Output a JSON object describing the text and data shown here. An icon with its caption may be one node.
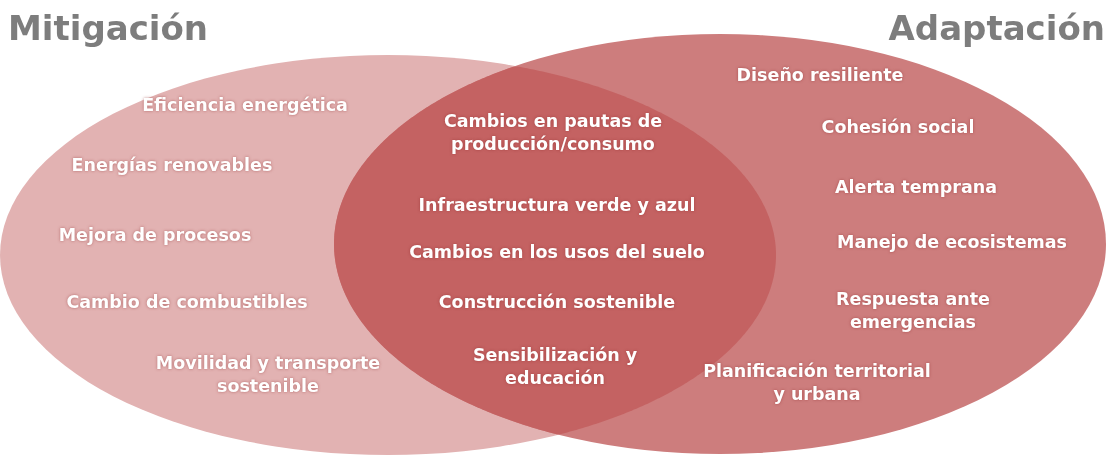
{
  "diagram": {
    "nodes": [
      {
        "text": [
          "Mitigación",
          "Eficiencia energética",
          "Energías renovables",
          "Mejora de procesos",
          "Cambio de combustibles",
          "Movilidad y transporte sostenible"
        ]
      },
      {
        "text": [
          "Adaptación",
          "Diseño resiliente",
          "Cohesión social",
          "Alerta temprana",
          "Manejo de ecosistemas",
          "Respuesta ante emergencias",
          "Planificación territorial y urbana"
        ]
      },
      {
        "text": [
          "Cambios en pautas de producción/consumo",
          "Infraestructura verde y azul",
          "Cambios en los usos del suelo",
          "Construcción sostenible",
          "Sensibilización y educación"
        ]
      }
    ],
    "edges": []
  }
}
